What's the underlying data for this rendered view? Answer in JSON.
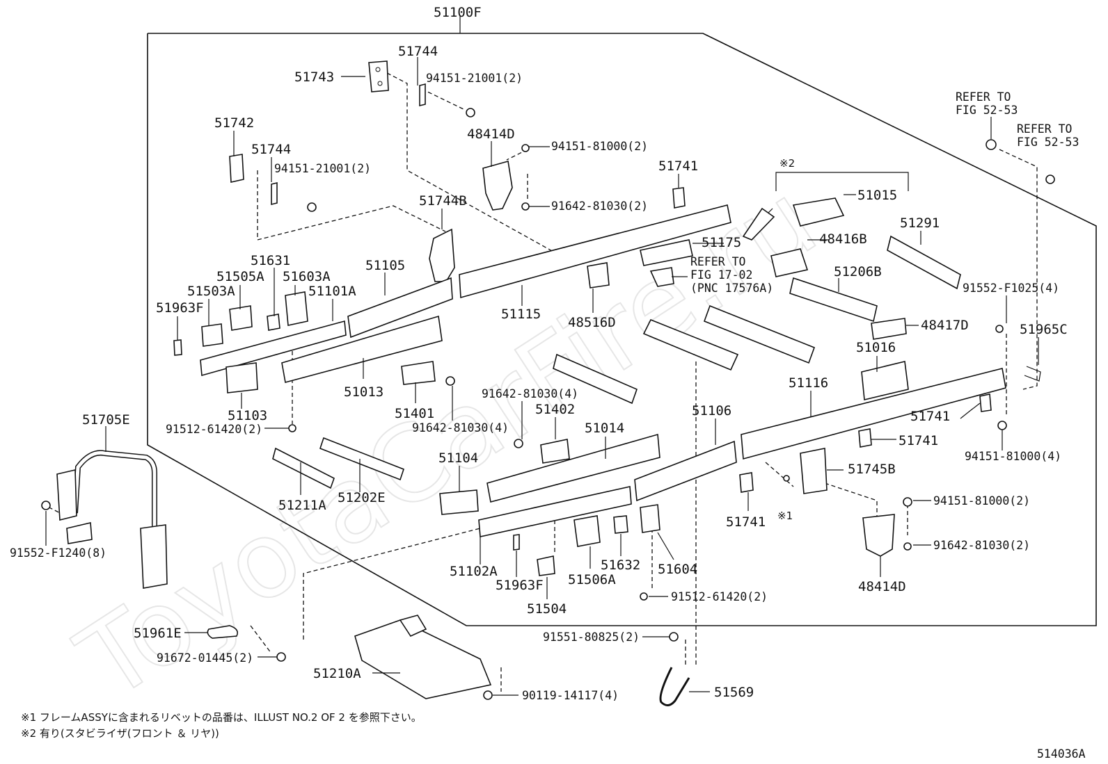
{
  "diagram": {
    "watermark": "ToyotaCarFire.ru",
    "figure_id": "514036A",
    "assembly_label": "51100F",
    "parts": [
      {
        "id": "p51743",
        "text": "51743"
      },
      {
        "id": "p51744a",
        "text": "51744"
      },
      {
        "id": "p94151a",
        "text": "94151-21001(2)"
      },
      {
        "id": "p51742",
        "text": "51742"
      },
      {
        "id": "p51744b",
        "text": "51744"
      },
      {
        "id": "p94151b",
        "text": "94151-21001(2)"
      },
      {
        "id": "p48414Da",
        "text": "48414D"
      },
      {
        "id": "p94151c",
        "text": "94151-81000(2)"
      },
      {
        "id": "p91642a",
        "text": "91642-81030(2)"
      },
      {
        "id": "p51741a",
        "text": "51741"
      },
      {
        "id": "p51744B",
        "text": "51744B"
      },
      {
        "id": "p51015",
        "text": "51015"
      },
      {
        "id": "p51175",
        "text": "51175"
      },
      {
        "id": "p48416B",
        "text": "48416B"
      },
      {
        "id": "p51291",
        "text": "51291"
      },
      {
        "id": "p51631",
        "text": "51631"
      },
      {
        "id": "p51505A",
        "text": "51505A"
      },
      {
        "id": "p51603A",
        "text": "51603A"
      },
      {
        "id": "p51503A",
        "text": "51503A"
      },
      {
        "id": "p51101A",
        "text": "51101A"
      },
      {
        "id": "p51105",
        "text": "51105"
      },
      {
        "id": "p51963Fa",
        "text": "51963F"
      },
      {
        "id": "p51115",
        "text": "51115"
      },
      {
        "id": "p48516D",
        "text": "48516D"
      },
      {
        "id": "p51206B",
        "text": "51206B"
      },
      {
        "id": "p91552F1025",
        "text": "91552-F1025(4)"
      },
      {
        "id": "p48417D",
        "text": "48417D"
      },
      {
        "id": "p51965C",
        "text": "51965C"
      },
      {
        "id": "p51016",
        "text": "51016"
      },
      {
        "id": "p51013",
        "text": "51013"
      },
      {
        "id": "p51103",
        "text": "51103"
      },
      {
        "id": "p91512a",
        "text": "91512-61420(2)"
      },
      {
        "id": "p51401",
        "text": "51401"
      },
      {
        "id": "p91642b",
        "text": "91642-81030(4)"
      },
      {
        "id": "p91642c",
        "text": "91642-81030(4)"
      },
      {
        "id": "p51402",
        "text": "51402"
      },
      {
        "id": "p51106",
        "text": "51106"
      },
      {
        "id": "p51116",
        "text": "51116"
      },
      {
        "id": "p51741b",
        "text": "51741"
      },
      {
        "id": "p51741c",
        "text": "51741"
      },
      {
        "id": "p94151d",
        "text": "94151-81000(4)"
      },
      {
        "id": "p51705E",
        "text": "51705E"
      },
      {
        "id": "p51014",
        "text": "51014"
      },
      {
        "id": "p51104",
        "text": "51104"
      },
      {
        "id": "p51211A",
        "text": "51211A"
      },
      {
        "id": "p51202E",
        "text": "51202E"
      },
      {
        "id": "p51745B",
        "text": "51745B"
      },
      {
        "id": "p51741d",
        "text": "51741"
      },
      {
        "id": "p94151e",
        "text": "94151-81000(2)"
      },
      {
        "id": "p91552F1240",
        "text": "91552-F1240(8)"
      },
      {
        "id": "p51102A",
        "text": "51102A"
      },
      {
        "id": "p51963Fb",
        "text": "51963F"
      },
      {
        "id": "p51504",
        "text": "51504"
      },
      {
        "id": "p51506A",
        "text": "51506A"
      },
      {
        "id": "p51632",
        "text": "51632"
      },
      {
        "id": "p51604",
        "text": "51604"
      },
      {
        "id": "p91642d",
        "text": "91642-81030(2)"
      },
      {
        "id": "p48414Db",
        "text": "48414D"
      },
      {
        "id": "p91512b",
        "text": "91512-61420(2)"
      },
      {
        "id": "p51961E",
        "text": "51961E"
      },
      {
        "id": "p91551",
        "text": "91551-80825(2)"
      },
      {
        "id": "p91672",
        "text": "91672-01445(2)"
      },
      {
        "id": "p51210A",
        "text": "51210A"
      },
      {
        "id": "p90119",
        "text": "90119-14117(4)"
      },
      {
        "id": "p51569",
        "text": "51569"
      }
    ],
    "refer_notes": {
      "fig52_a_line1": "REFER TO",
      "fig52_a_line2": "FIG 52-53",
      "fig52_b_line1": "REFER TO",
      "fig52_b_line2": "FIG 52-53",
      "fig17_line1": "REFER TO",
      "fig17_line2": "FIG 17-02",
      "fig17_line3": "(PNC 17576A)"
    },
    "marks": {
      "star2": "※2",
      "star1": "※1"
    },
    "footnotes": {
      "note1": "※1 フレームASSYに含まれるリベットの品番は、ILLUST NO.2 OF 2 を参照下さい。",
      "note2": "※2 有り(スタビライザ(フロント ＆ リヤ))"
    }
  }
}
